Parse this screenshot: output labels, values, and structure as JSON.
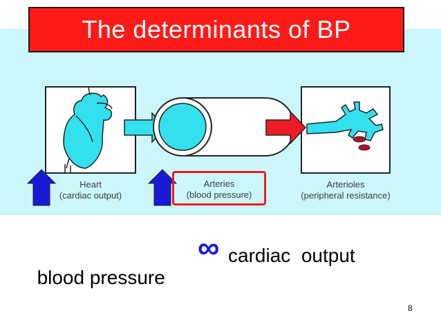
{
  "slide": {
    "title": "The determinants of BP",
    "number": "8"
  },
  "diagram": {
    "panels": [
      {
        "name": "Heart",
        "sub": "(cardiac output)"
      },
      {
        "name": "Arteries",
        "sub": "(blood pressure)"
      },
      {
        "name": "Arterioles",
        "sub": "(peripheral resistance)"
      }
    ]
  },
  "formula": {
    "left": "blood pressure",
    "symbol": "∞",
    "right": "cardiac  output"
  },
  "colors": {
    "background_band": "#ccf7fa",
    "title_box": "#ff1a1a",
    "organ_fill": "#33e0ee",
    "arrow_cyan": "#33e0ee",
    "arrow_red": "#ee1b24",
    "up_arrow_blue": "#1a1ad6",
    "highlight_frame": "#ee1b24"
  },
  "icons": [
    "heart-icon",
    "artery-tube-icon",
    "arteriole-icon",
    "up-arrow-icon",
    "right-arrow-icon"
  ]
}
